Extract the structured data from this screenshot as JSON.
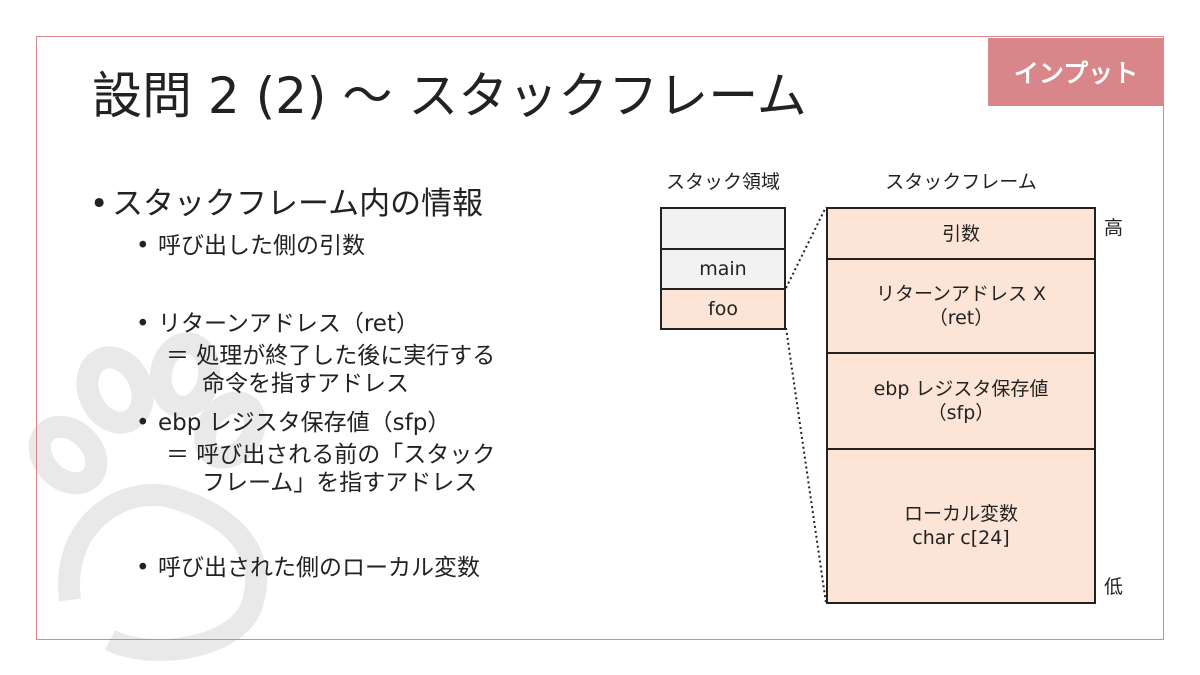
{
  "slide": {
    "title": "設問 2 (2) ～ スタックフレーム",
    "tag": "インプット"
  },
  "bullets": {
    "level1": "スタックフレーム内の情報",
    "items": [
      {
        "label": "呼び出した側の引数"
      },
      {
        "label": "リターンアドレス（ret）",
        "lines": [
          "＝  処理が終了した後に実行する",
          "命令を指すアドレス"
        ]
      },
      {
        "label": "ebp レジスタ保存値（sfp）",
        "lines": [
          "＝  呼び出される前の「スタック",
          "フレーム」を指すアドレス"
        ]
      },
      {
        "label": "呼び出された側のローカル変数"
      }
    ]
  },
  "diagram": {
    "stack_area_label": "スタック領域",
    "stack_frame_label": "スタックフレーム",
    "stack_cells": [
      "",
      "main",
      "foo"
    ],
    "frame_cells": [
      {
        "line1": "引数",
        "line2": ""
      },
      {
        "line1": "リターンアドレス X",
        "line2": "（ret）"
      },
      {
        "line1": "ebp レジスタ保存値",
        "line2": "（sfp）"
      },
      {
        "line1": "ローカル変数",
        "line2": "char c[24]"
      }
    ],
    "high_label": "高",
    "low_label": "低"
  },
  "colors": {
    "accent": "#d9868a",
    "frame_fill": "#fce4d6",
    "stack_fill": "#f2f2f2",
    "watermark": "#e6e6e6"
  }
}
